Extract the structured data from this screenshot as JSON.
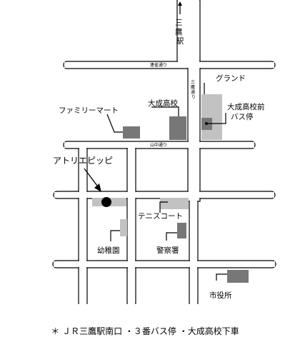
{
  "roads": {
    "north_arrow_label": "三鷹駅",
    "street_top": "連雀通り",
    "street_middle": "山中通り",
    "street_vertical": "三鷹通り"
  },
  "places": {
    "grand": "グランド",
    "daisei_hs": "大成高校",
    "family_mart": "ファミリーマート",
    "bus_stop_line1": "大成高校前",
    "bus_stop_line2": "バス停",
    "atelier": "アトリエピッピ",
    "tennis": "テニスコート",
    "kindergarten": "幼稚園",
    "police": "警察署",
    "city_office": "市役所"
  },
  "colors": {
    "dark_building": "#777777",
    "light_building": "#c2c2c2"
  },
  "footer": "＊ ＪＲ三鷹駅南口 ・３番バス停 ・大成高校下車"
}
